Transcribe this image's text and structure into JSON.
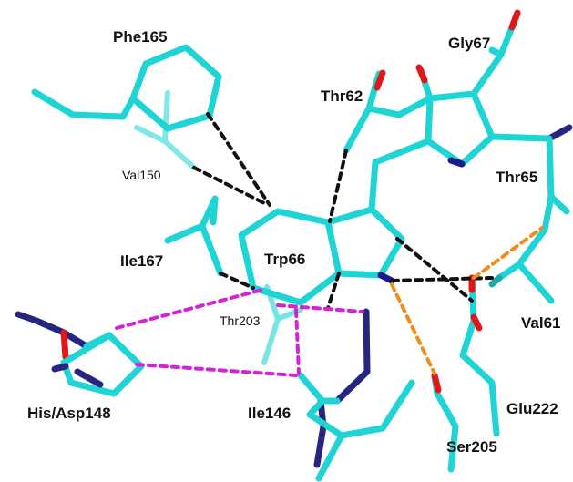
{
  "colors": {
    "carbon": "#1fd4d4",
    "carbon_dark": "#1ba9a9",
    "oxygen": "#e01818",
    "nitrogen": "#1a1a8e",
    "protein_dark": "#262680",
    "contact_black": "#111111",
    "contact_magenta": "#d622d6",
    "contact_orange": "#f08c1a",
    "background": "#ffffff"
  },
  "labels": {
    "phe165": "Phe165",
    "gly67": "Gly67",
    "thr62": "Thr62",
    "val150": "Val150",
    "thr65": "Thr65",
    "ile167": "Ile167",
    "trp66": "Trp66",
    "thr203": "Thr203",
    "val61": "Val61",
    "his_asp148": "His/Asp148",
    "ile146": "Ile146",
    "glu222": "Glu222",
    "ser205": "Ser205"
  }
}
